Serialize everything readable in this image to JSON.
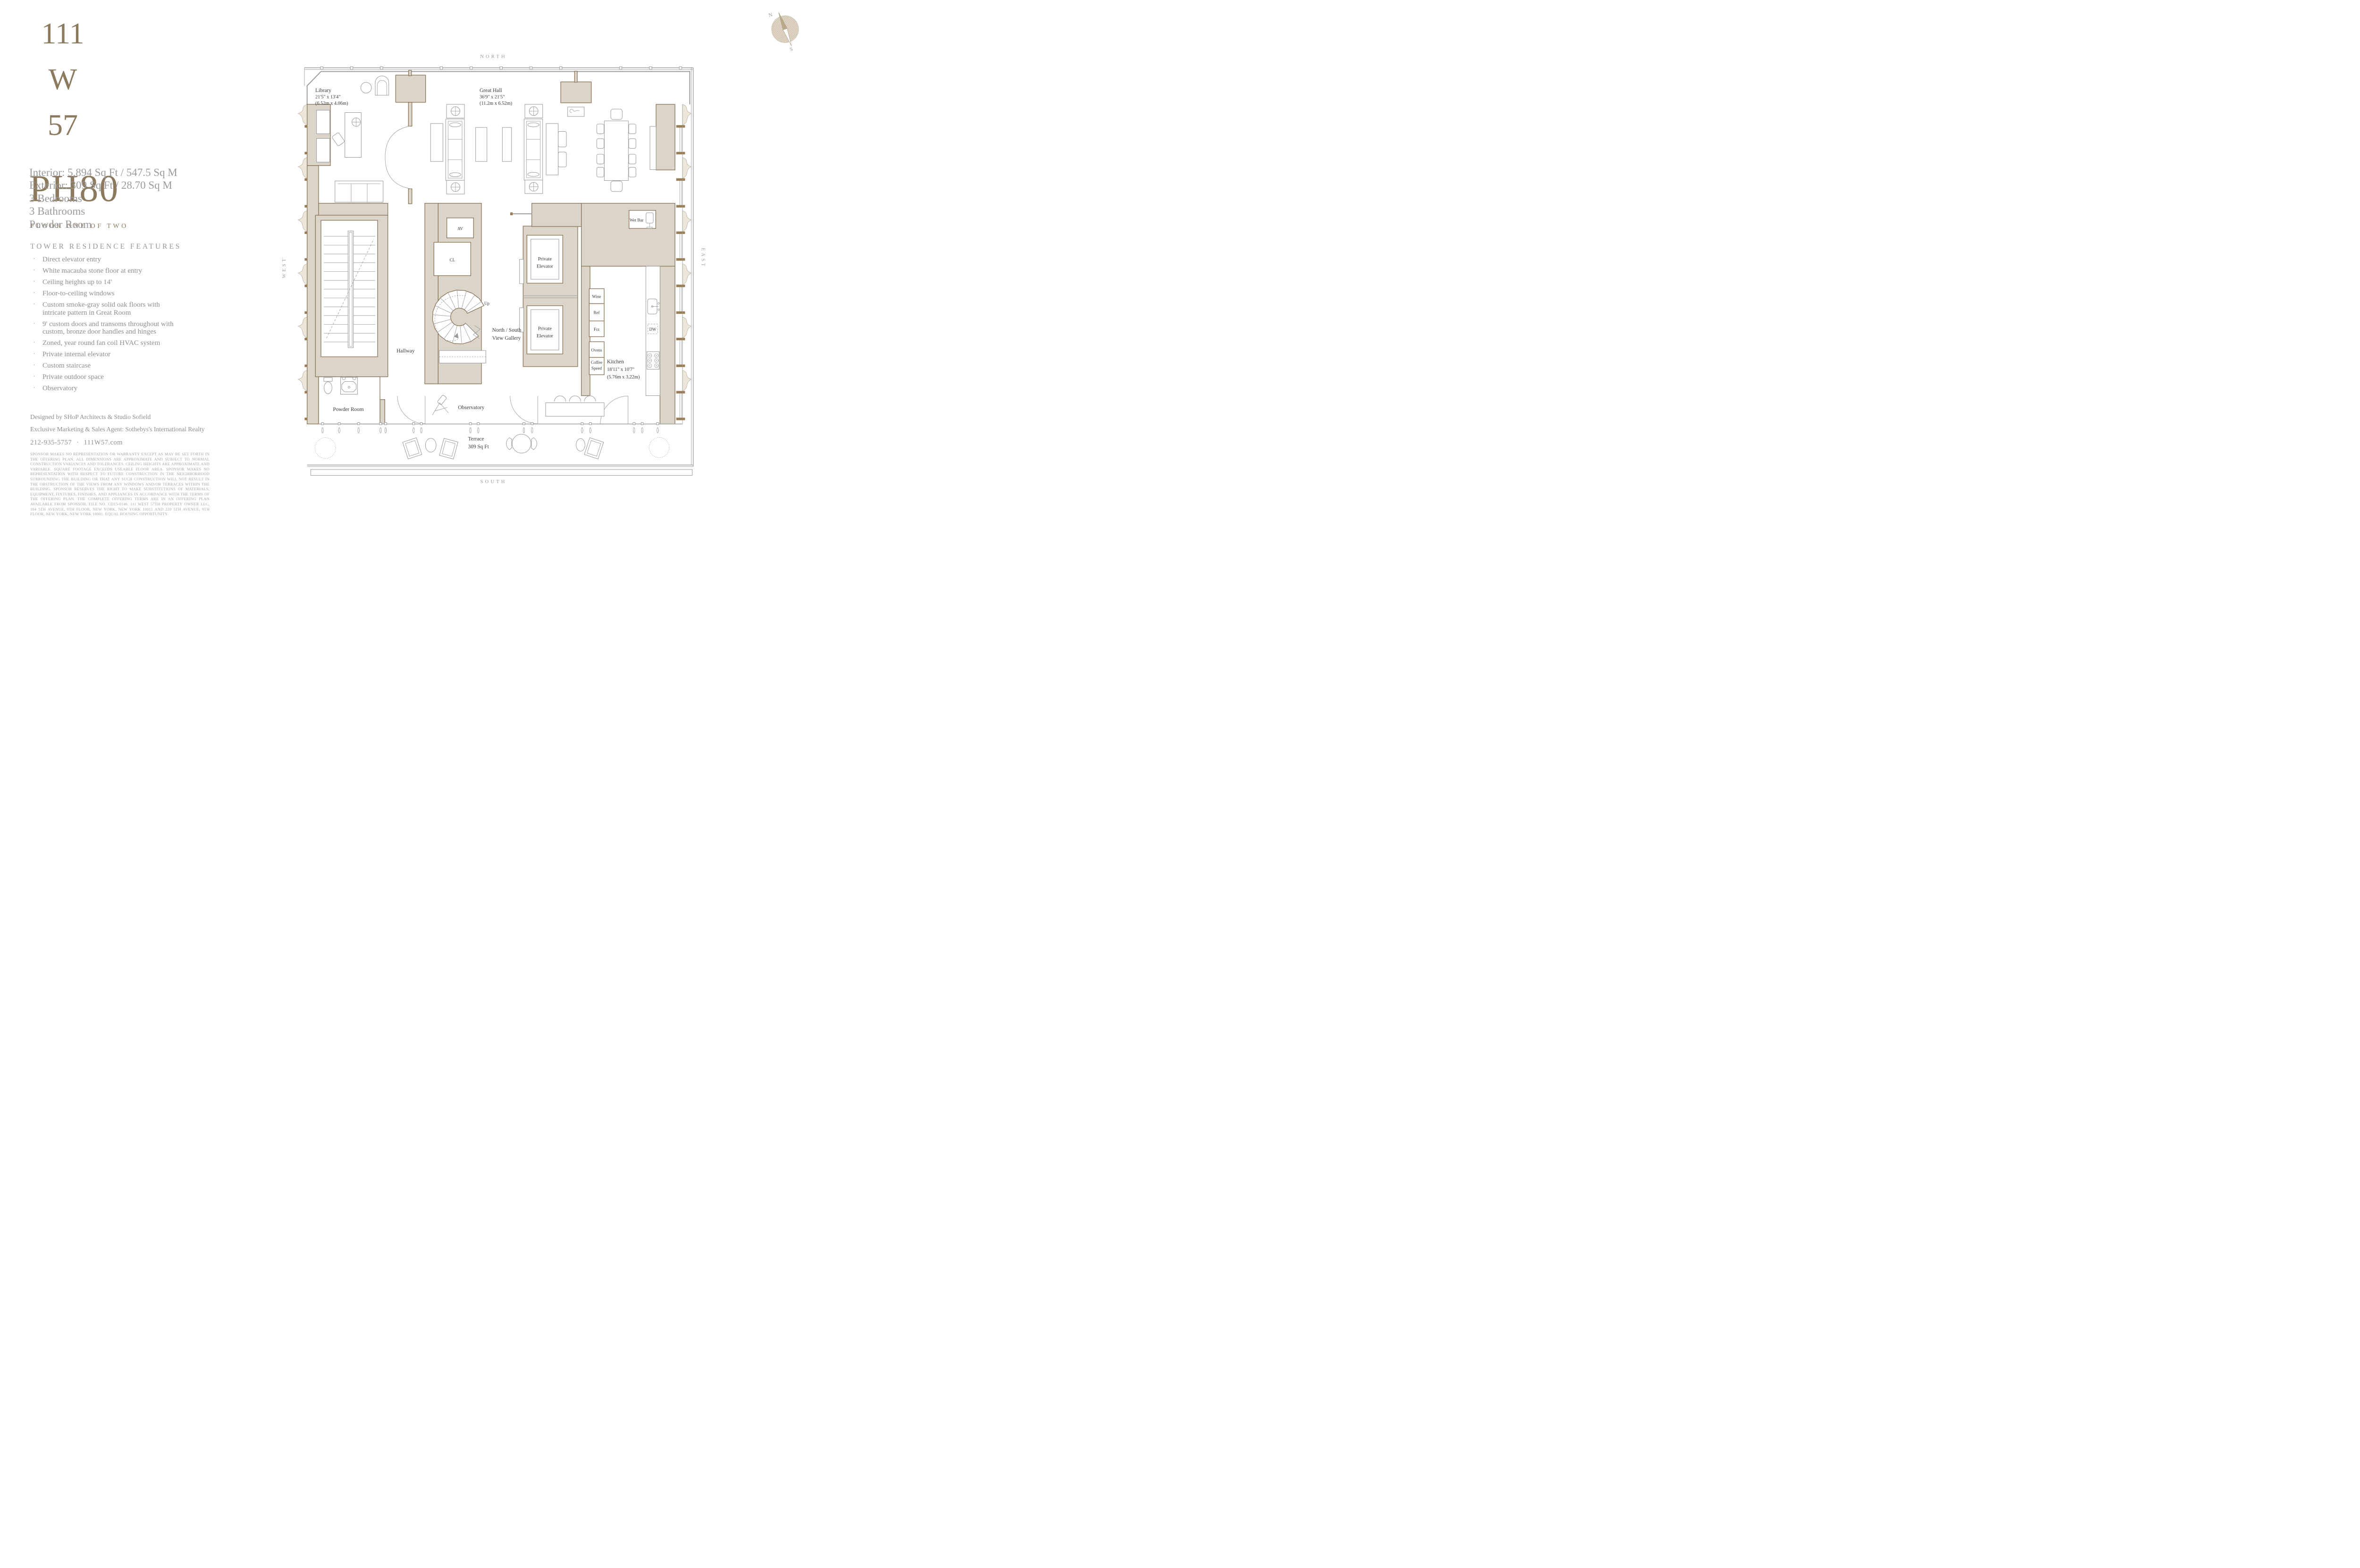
{
  "brand": {
    "building_lines": [
      "111",
      "W",
      "57"
    ],
    "unit": "PH80",
    "floor_note": "FLOOR ONE OF TWO",
    "accent_color": "#8C7A5E"
  },
  "stats": {
    "lines": [
      "Interior: 5,894 Sq Ft / 547.5 Sq M",
      "Exterior: 309 Sq Ft / 28.70 Sq M",
      "3 Bedrooms",
      "3 Bathrooms",
      "Powder Room"
    ]
  },
  "features": {
    "heading": "TOWER RESIDENCE FEATURES",
    "bullet": "·",
    "items": [
      "Direct elevator entry",
      "White macauba stone floor at entry",
      "Ceiling heights up to 14'",
      "Floor-to-ceiling windows",
      "Custom smoke-gray solid oak floors with intricate pattern in Great Room",
      "9' custom doors and transoms throughout with custom, bronze door handles and hinges",
      "Zoned, year round fan coil HVAC system",
      "Private internal elevator",
      "Custom staircase",
      "Private outdoor space",
      "Observatory"
    ]
  },
  "credits": {
    "designed_by": "Designed by SHoP Architects & Studio Sofield",
    "agent": "Exclusive Marketing & Sales Agent: Sothebys's International Realty",
    "phone": "212-935-5757",
    "separator": "·",
    "website": "111W57.com"
  },
  "disclaimer": "SPONSOR MAKES NO REPRESENTATION OR WARRANTY EXCEPT AS MAY BE SET FORTH IN THE OFFERING PLAN. ALL DIMENSIONS ARE APPROXIMATE AND SUBJECT TO NORMAL CONSTRUCTION VARIANCES AND TOLERANCES. CEILING HEIGHTS ARE APPROXIMATE AND VARIABLE. SQUARE FOOTAGE EXCEEDS USEABLE FLOOR AREA. SPONSOR MAKES NO REPRESENTATION WITH RESPECT TO FUTURE CONSTRUCTION IN THE NEIGHBORHOOD SURROUNDING THE BUILDING OR THAT ANY SUCH CONSTRUCTION WILL NOT RESULT IN THE OBSTRUCTION OF THE VIEWS FROM ANY WINDOWS AND/OR TERRACES WITHIN THE BUILDING. SPONSOR RESERVES THE RIGHT TO MAKE SUBSTITUTIONS OF MATERIALS, EQUIPMENT, FIXTURES, FINISHES, AND APPLIANCES IN ACCORDANCE WITH THE TERMS OF THE OFFERING PLAN. THE COMPLETE OFFERING TERMS ARE IN AN OFFERING PLAN AVAILABLE FROM SPONSOR. FILE NO. CD15-0146. 111 WEST 57TH PROPERTY OWNER LLC, 104 5TH AVENUE, 9TH FLOOR, NEW YORK, NEW YORK 10011 AND 220 5TH AVENUE, 9TH FLOOR, NEW YORK, NEW YORK 10001. EQUAL HOUSING OPPORTUNITY.",
  "plan": {
    "directions": {
      "north": "NORTH",
      "south": "SOUTH",
      "east": "EAST",
      "west": "WEST"
    },
    "compass": {
      "north": "N",
      "south": "S"
    },
    "rooms": {
      "library": {
        "name": "Library",
        "dim_imperial": "21'5\" x 13'4\"",
        "dim_metric": "(6.52m x 4.06m)"
      },
      "great_hall": {
        "name": "Great Hall",
        "dim_imperial": "36'9\" x 21'5\"",
        "dim_metric": "(11.2m x 6.52m)"
      },
      "kitchen": {
        "name": "Kitchen",
        "dim_imperial": "18'11\" x 10'7\"",
        "dim_metric": "(5.76m x 3.22m)"
      },
      "hallway": "Hallway",
      "powder_room": "Powder Room",
      "observatory": "Observatory",
      "gallery_line1": "North / South",
      "gallery_line2": "View Gallery",
      "terrace_line1": "Terrace",
      "terrace_line2": "309 Sq Ft",
      "wet_bar": "Wet Bar",
      "av": "AV",
      "cl": "CL",
      "up": "Up",
      "private_elevator_line1": "Private",
      "private_elevator_line2": "Elevator",
      "appliances": {
        "wine": "Wine",
        "ref": "Ref",
        "frz": "Frz",
        "ovens": "Ovens",
        "coffee_line1": "Coffee",
        "coffee_line2": "Speed",
        "dw": "DW"
      }
    },
    "colors": {
      "poche": "#DBD5C9",
      "wall_stroke": "#8A7458",
      "outline": "#9E9E9E",
      "furniture": "#9A9A9A",
      "label": "#3A3A3A",
      "direction": "#9B9B9B",
      "pier_fill": "#ECE6DB",
      "pier_stroke": "#BFB29D",
      "bracket": "#9B7D55"
    }
  }
}
